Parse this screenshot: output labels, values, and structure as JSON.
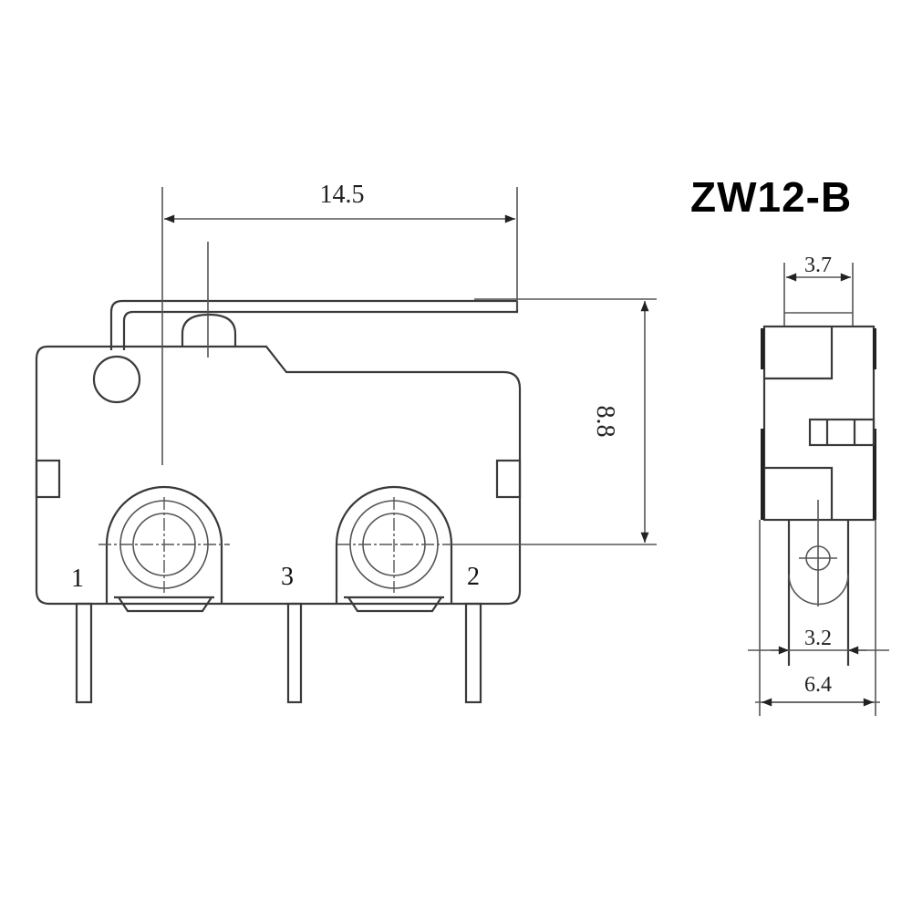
{
  "title": "ZW12-B",
  "front_view": {
    "dimensions": {
      "width": "14.5",
      "height": "8.8"
    },
    "terminals": [
      "1",
      "3",
      "2"
    ]
  },
  "side_view": {
    "dimensions": {
      "top": "3.7",
      "terminal": "3.2",
      "overall": "6.4"
    }
  },
  "colors": {
    "line": "#3a3a3a",
    "background": "#ffffff"
  }
}
